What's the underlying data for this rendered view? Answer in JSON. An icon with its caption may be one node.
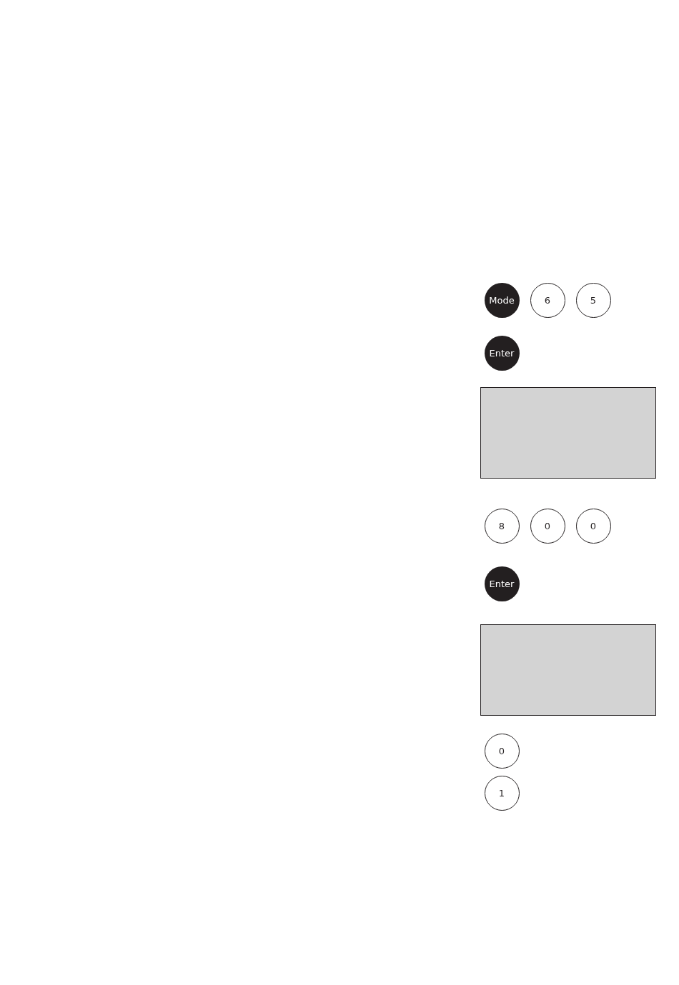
{
  "diagram": {
    "nodes": [
      {
        "text": [
          "Mode"
        ]
      },
      {
        "text": [
          "6"
        ]
      },
      {
        "text": [
          "5"
        ]
      },
      {
        "text": [
          "Enter"
        ]
      },
      {
        "text": [],
        "shape": "box"
      },
      {
        "text": [
          "8"
        ]
      },
      {
        "text": [
          "0"
        ]
      },
      {
        "text": [
          "0"
        ]
      },
      {
        "text": [
          "Enter"
        ]
      },
      {
        "text": [],
        "shape": "box"
      },
      {
        "text": [
          "0"
        ]
      },
      {
        "text": [
          "1"
        ]
      }
    ]
  }
}
